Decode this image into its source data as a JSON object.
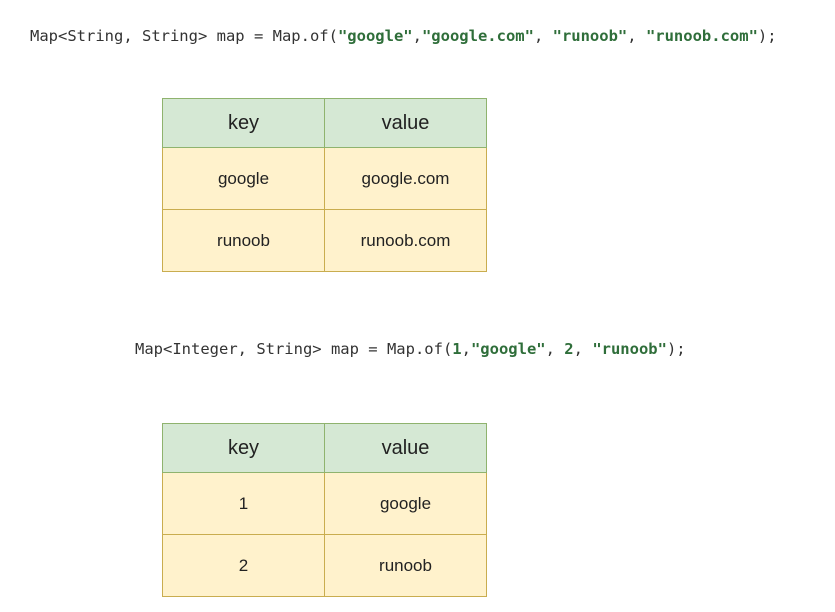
{
  "examples": [
    {
      "code_tokens": [
        {
          "text": "Map<String, String> map = Map.of(",
          "kind": "plain"
        },
        {
          "text": "\"google\"",
          "kind": "str"
        },
        {
          "text": ",",
          "kind": "plain"
        },
        {
          "text": "\"google.com\"",
          "kind": "str"
        },
        {
          "text": ", ",
          "kind": "plain"
        },
        {
          "text": "\"runoob\"",
          "kind": "str"
        },
        {
          "text": ", ",
          "kind": "plain"
        },
        {
          "text": "\"runoob.com\"",
          "kind": "str"
        },
        {
          "text": ");",
          "kind": "plain"
        }
      ],
      "table": {
        "headers": [
          "key",
          "value"
        ],
        "rows": [
          [
            "google",
            "google.com"
          ],
          [
            "runoob",
            "runoob.com"
          ]
        ]
      }
    },
    {
      "code_tokens": [
        {
          "text": "Map<Integer, String> map = Map.of(",
          "kind": "plain"
        },
        {
          "text": "1",
          "kind": "num"
        },
        {
          "text": ",",
          "kind": "plain"
        },
        {
          "text": "\"google\"",
          "kind": "str"
        },
        {
          "text": ", ",
          "kind": "plain"
        },
        {
          "text": "2",
          "kind": "num"
        },
        {
          "text": ", ",
          "kind": "plain"
        },
        {
          "text": "\"runoob\"",
          "kind": "str"
        },
        {
          "text": ");",
          "kind": "plain"
        }
      ],
      "table": {
        "headers": [
          "key",
          "value"
        ],
        "rows": [
          [
            "1",
            "google"
          ],
          [
            "2",
            "runoob"
          ]
        ]
      }
    }
  ],
  "colors": {
    "header_fill": "#d5e8d4",
    "cell_fill": "#fff2cc",
    "cell_border": "#c9ad4f",
    "string_literal": "#2f6e3a"
  }
}
